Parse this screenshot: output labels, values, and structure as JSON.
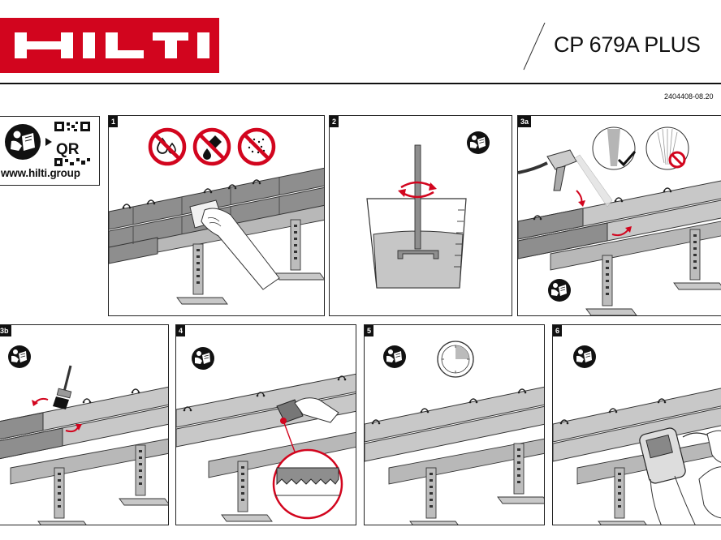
{
  "brand": {
    "logo_text": "HILTI",
    "logo_color": "#d2051e"
  },
  "header": {
    "product_title": "CP 679A PLUS",
    "document_number": "2404408-08.20"
  },
  "qr_box": {
    "qr_label": "QR",
    "url": "www.hilti.group",
    "icon": "read-manual-icon"
  },
  "steps": [
    {
      "number": "1",
      "icons": [
        "no-water-icon",
        "no-oil-icon",
        "no-dust-icon"
      ],
      "action": "clean-pipe"
    },
    {
      "number": "2",
      "icons": [
        "read-manual-icon",
        "stir-arrows-icon"
      ],
      "action": "stir-material"
    },
    {
      "number": "3a",
      "icons": [
        "spray-gun-icon",
        "read-manual-icon",
        "good-spray-pattern-icon",
        "bad-spray-pattern-icon"
      ],
      "action": "spray-apply"
    },
    {
      "number": "3b",
      "icons": [
        "read-manual-icon",
        "brush-icon"
      ],
      "action": "brush-apply"
    },
    {
      "number": "4",
      "icons": [
        "read-manual-icon",
        "wet-film-gauge-icon"
      ],
      "action": "measure-wet-thickness"
    },
    {
      "number": "5",
      "icons": [
        "read-manual-icon",
        "timer-icon"
      ],
      "action": "let-dry"
    },
    {
      "number": "6",
      "icons": [
        "read-manual-icon",
        "dry-film-gauge-icon"
      ],
      "action": "measure-dry-thickness"
    }
  ],
  "colors": {
    "prohibition_red": "#d2051e",
    "pipe_fill": "#8e8e8e",
    "coated_pipe_fill": "#c8c8c8",
    "support_fill": "#b9b9b9",
    "ink": "#111111"
  }
}
